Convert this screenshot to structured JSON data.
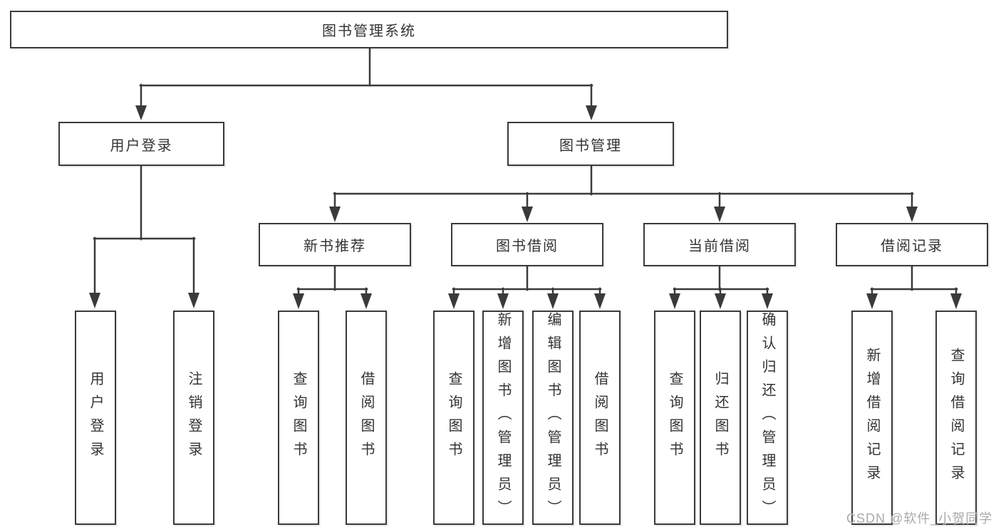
{
  "diagram_type": "tree-diagram",
  "tree": {
    "label": "图书管理系统",
    "children": [
      {
        "label": "用户登录",
        "children": [
          {
            "label": "用户登录"
          },
          {
            "label": "注销登录"
          }
        ]
      },
      {
        "label": "图书管理",
        "children": [
          {
            "label": "新书推荐",
            "children": [
              {
                "label": "查询图书"
              },
              {
                "label": "借阅图书"
              }
            ]
          },
          {
            "label": "图书借阅",
            "children": [
              {
                "label": "查询图书"
              },
              {
                "label": "新增图书（管理员）"
              },
              {
                "label": "编辑图书（管理员）"
              },
              {
                "label": "借阅图书"
              }
            ]
          },
          {
            "label": "当前借阅",
            "children": [
              {
                "label": "查询图书"
              },
              {
                "label": "归还图书"
              },
              {
                "label": "确认归还（管理员）"
              }
            ]
          },
          {
            "label": "借阅记录",
            "children": [
              {
                "label": "新增借阅记录"
              },
              {
                "label": "查询借阅记录"
              }
            ]
          }
        ]
      }
    ]
  },
  "watermark": {
    "text": "CSDN @软件_小贺同学"
  },
  "colors": {
    "background": "#ffffff",
    "line": "#3a3a3a",
    "text": "#333333",
    "watermark": "#a9a9a9"
  }
}
